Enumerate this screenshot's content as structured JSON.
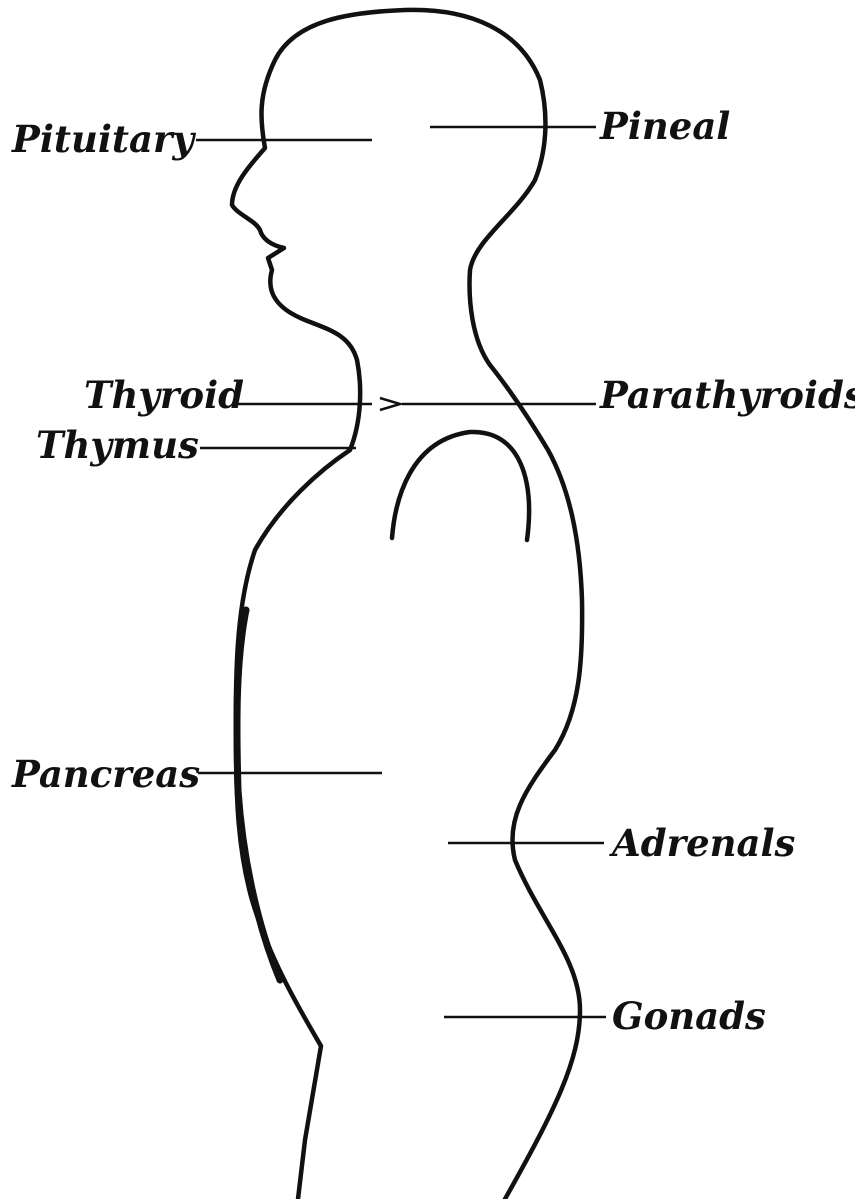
{
  "diagram": {
    "labels": {
      "pituitary": "Pituitary",
      "pineal": "Pineal",
      "thyroid": "Thyroid",
      "parathyroids": "Parathyroids",
      "thymus": "Thymus",
      "pancreas": "Pancreas",
      "adrenals": "Adrenals",
      "gonads": "Gonads"
    }
  }
}
